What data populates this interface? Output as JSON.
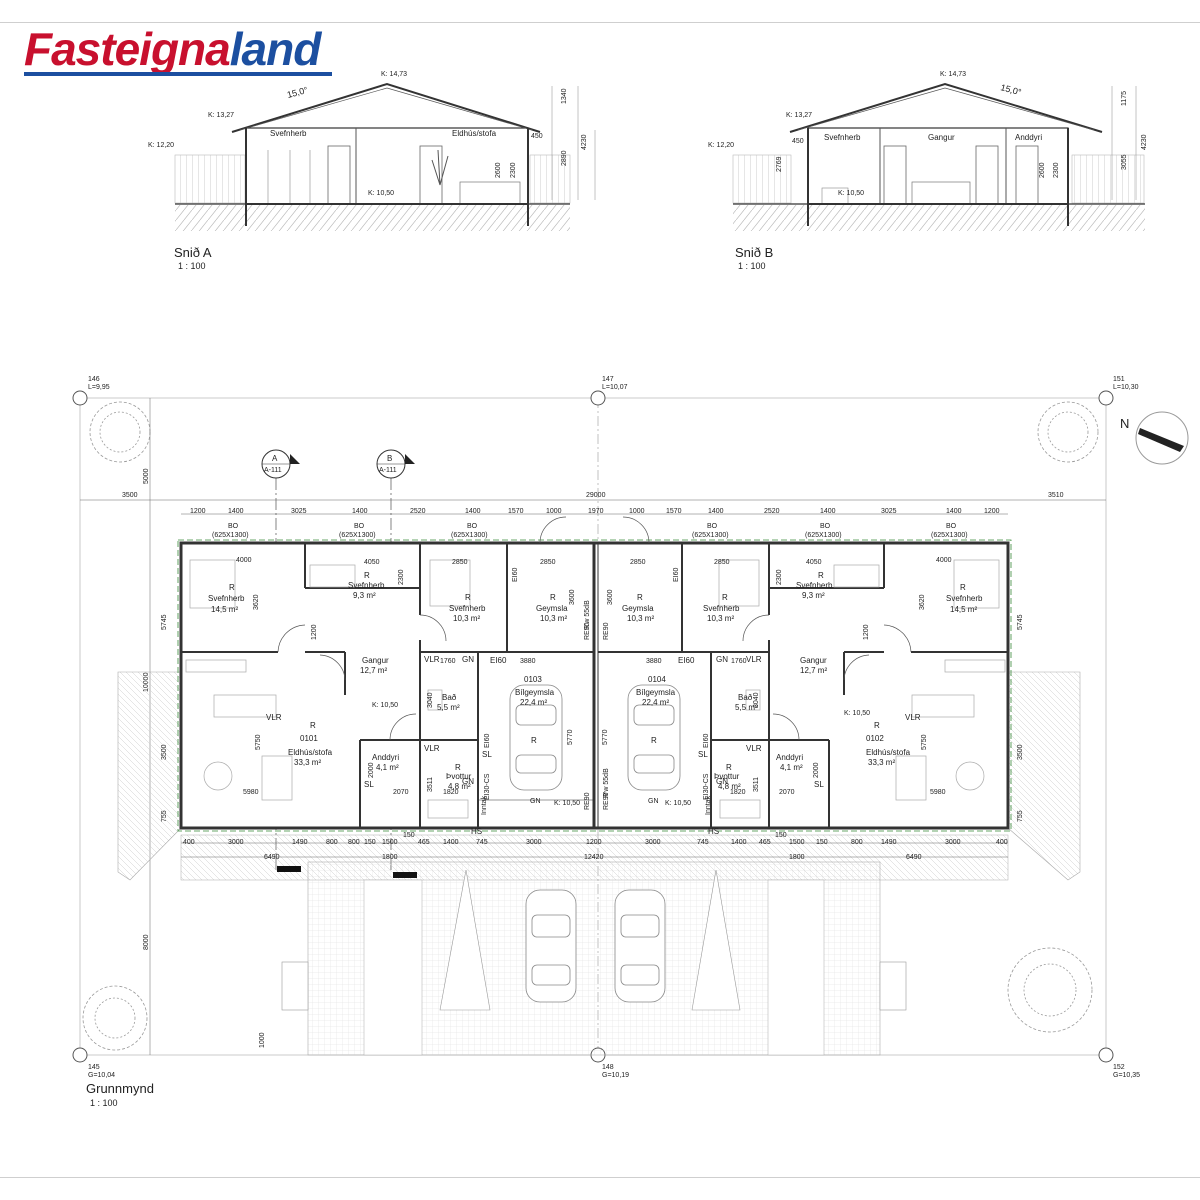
{
  "brand": {
    "part1": "Fasteigna",
    "part2": "land",
    "color_red": "#c8102e",
    "color_blue": "#1c4fa0"
  },
  "section_a": {
    "title": "Snið A",
    "scale": "1 : 100",
    "k_top": "K: 14,73",
    "k_eave": "K: 13,27",
    "k_ground": "K: 12,20",
    "k_floor": "K: 10,50",
    "angle": "15,0°",
    "room1": "Svefnherb",
    "room2": "Eldhús/stofa",
    "dims": [
      "1340",
      "4230",
      "2890",
      "450",
      "2600",
      "2300"
    ]
  },
  "section_b": {
    "title": "Snið B",
    "scale": "1 : 100",
    "k_top": "K: 14,73",
    "k_eave": "K: 13,27",
    "k_ground": "K: 12,20",
    "k_floor": "K: 10,50",
    "angle": "15,0°",
    "room1": "Svefnherb",
    "room2": "Gangur",
    "room3": "Anddyri",
    "dims": [
      "1175",
      "4230",
      "3055",
      "450",
      "2769",
      "2600",
      "2300"
    ]
  },
  "plan": {
    "title": "Grunnmynd",
    "scale": "1 : 100",
    "markers": {
      "m146": "146",
      "m146_l": "L=9,95",
      "m147": "147",
      "m147_l": "L=10,07",
      "m151": "151",
      "m151_l": "L=10,30",
      "m145": "145",
      "m145_g": "G=10,04",
      "m148": "148",
      "m148_g": "G=10,19",
      "m152": "152",
      "m152_g": "G=10,35"
    },
    "section_ref_a": {
      "letter": "A",
      "sheet": "A-111"
    },
    "section_ref_b": {
      "letter": "B",
      "sheet": "A-111"
    },
    "north": "N",
    "total_width": "29000",
    "left_setback": "3500",
    "right_setback": "3510",
    "top_setback": "5000",
    "depth": "10000",
    "front_depth": "8000",
    "bottom_gap": "1000",
    "top_dims": [
      "1200",
      "1400",
      "3025",
      "1400",
      "2520",
      "1400",
      "1570",
      "1000",
      "1970",
      "1000",
      "1570",
      "1400",
      "2520",
      "1400",
      "3025",
      "1400",
      "1200"
    ],
    "windows": [
      "BO",
      "(625X1300)"
    ],
    "bottom_dims_1": [
      "400",
      "3000",
      "1490",
      "800",
      "800",
      "150",
      "1500",
      "465",
      "1400",
      "745",
      "3000",
      "1200",
      "3000",
      "745",
      "1400",
      "465",
      "1500",
      "150",
      "800",
      "1490",
      "3000",
      "400"
    ],
    "bottom_dims_2": [
      "6490",
      "1800",
      "12420",
      "1800",
      "6490"
    ],
    "side_dims": [
      "5745",
      "3500",
      "755"
    ],
    "rooms_left": {
      "bed1": [
        "R",
        "Svefnherb",
        "14,5 m²"
      ],
      "bed2": [
        "R",
        "Svefnherb",
        "9,3 m²"
      ],
      "bed3": [
        "R",
        "Svefnherb",
        "10,3 m²"
      ],
      "storage": [
        "R",
        "Geymsla",
        "10,3 m²"
      ],
      "hall": [
        "Gangur",
        "12,7 m²"
      ],
      "living": [
        "R",
        "Eldhús/stofa",
        "33,3 m²"
      ],
      "bath": [
        "Bað",
        "5,5 m²"
      ],
      "entry": [
        "Anddyri",
        "4,1 m²"
      ],
      "laundry": [
        "R",
        "Þvottur",
        "4,8 m²"
      ],
      "garage": [
        "Bílgeymsla",
        "22,4 m²"
      ],
      "unit": "0101",
      "garage_unit": "0103"
    },
    "rooms_right": {
      "unit": "0102",
      "garage_unit": "0104"
    },
    "labels": {
      "vlr": "VLR",
      "gn": "GN",
      "ei60": "EI60",
      "sl": "SL",
      "hs": "HS",
      "ei30": "EI30-CS",
      "re90": "RE90",
      "rw": "R'w 55dB",
      "inntak": "Inntak",
      "k1050": "K: 10,50",
      "gn1050": "GN",
      "r": "R"
    },
    "inner_dims": [
      "4000",
      "4050",
      "2850",
      "2850",
      "3620",
      "2300",
      "3600",
      "1200",
      "1760",
      "3880",
      "3040",
      "5750",
      "5770",
      "5980",
      "2000",
      "2070",
      "3511",
      "1820",
      "150"
    ]
  }
}
